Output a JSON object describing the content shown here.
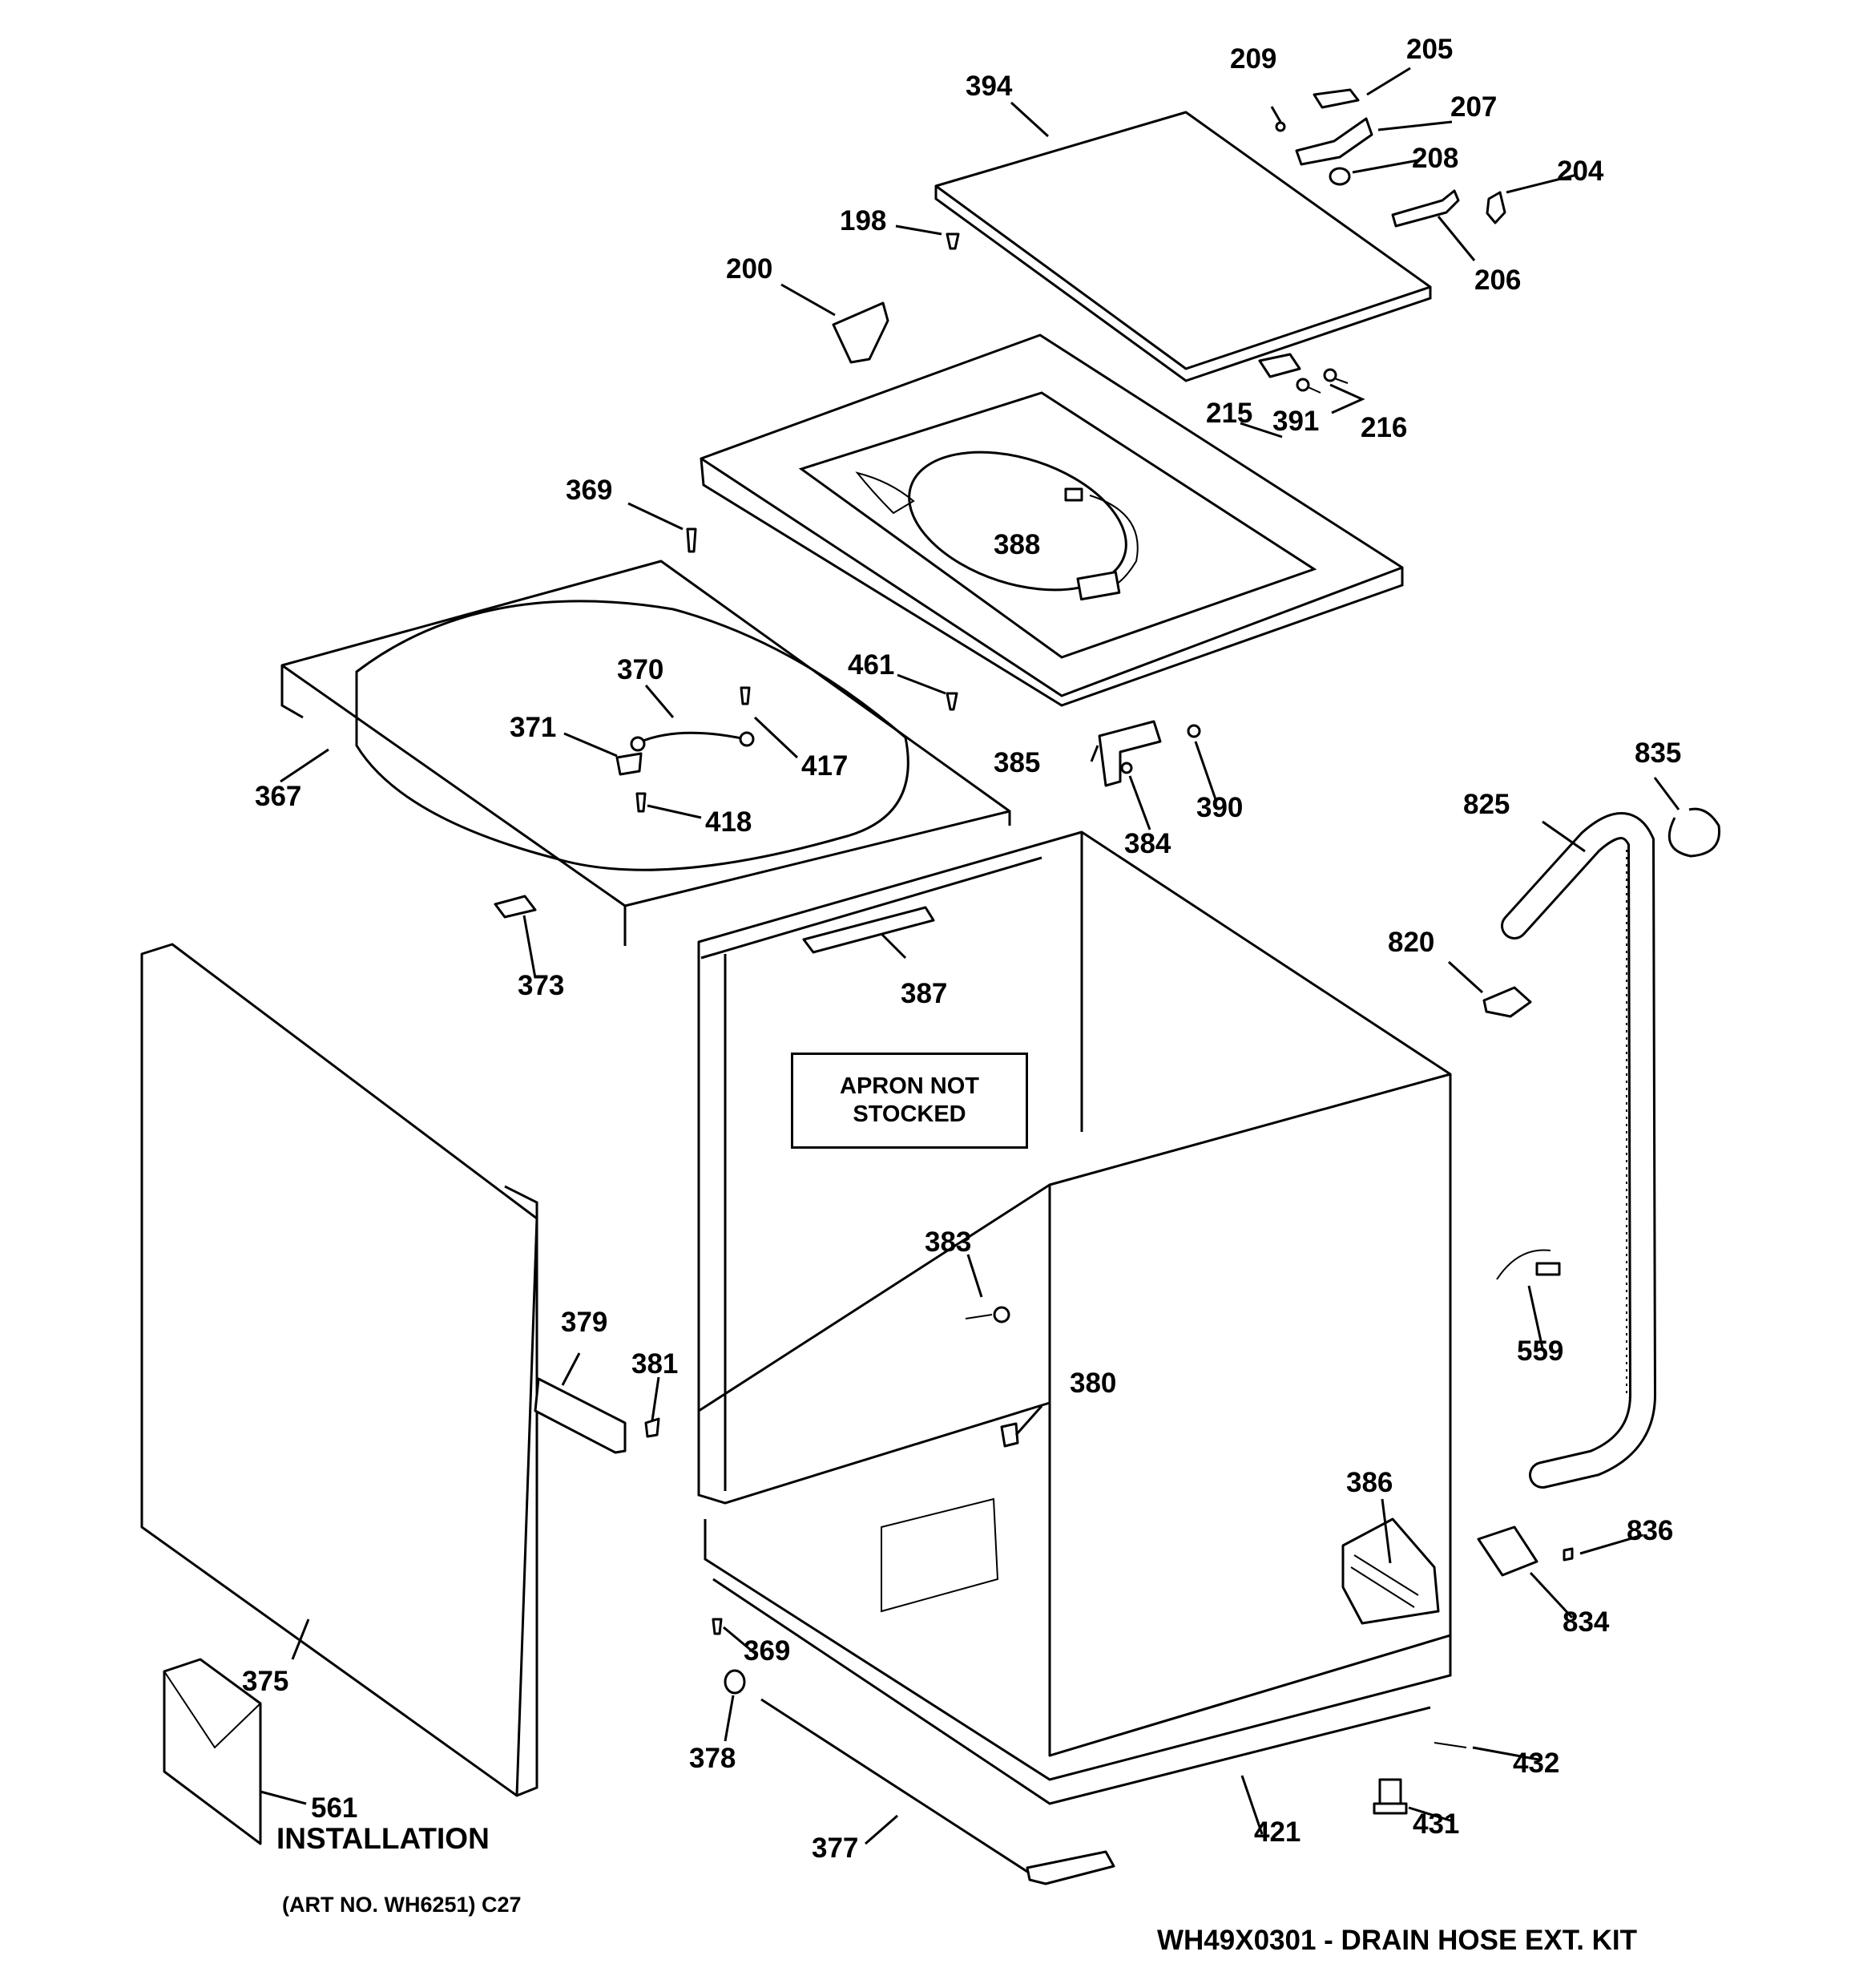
{
  "callouts": [
    {
      "id": "c394",
      "text": "394"
    },
    {
      "id": "c209",
      "text": "209"
    },
    {
      "id": "c205",
      "text": "205"
    },
    {
      "id": "c207",
      "text": "207"
    },
    {
      "id": "c208",
      "text": "208"
    },
    {
      "id": "c204",
      "text": "204"
    },
    {
      "id": "c206",
      "text": "206"
    },
    {
      "id": "c198",
      "text": "198"
    },
    {
      "id": "c200",
      "text": "200"
    },
    {
      "id": "c215",
      "text": "215"
    },
    {
      "id": "c391",
      "text": "391"
    },
    {
      "id": "c216",
      "text": "216"
    },
    {
      "id": "c369a",
      "text": "369"
    },
    {
      "id": "c388",
      "text": "388"
    },
    {
      "id": "c370",
      "text": "370"
    },
    {
      "id": "c461",
      "text": "461"
    },
    {
      "id": "c371",
      "text": "371"
    },
    {
      "id": "c417",
      "text": "417"
    },
    {
      "id": "c385",
      "text": "385"
    },
    {
      "id": "c390",
      "text": "390"
    },
    {
      "id": "c367",
      "text": "367"
    },
    {
      "id": "c418",
      "text": "418"
    },
    {
      "id": "c384",
      "text": "384"
    },
    {
      "id": "c835",
      "text": "835"
    },
    {
      "id": "c825",
      "text": "825"
    },
    {
      "id": "c820",
      "text": "820"
    },
    {
      "id": "c373",
      "text": "373"
    },
    {
      "id": "c387",
      "text": "387"
    },
    {
      "id": "c383",
      "text": "383"
    },
    {
      "id": "c379",
      "text": "379"
    },
    {
      "id": "c381",
      "text": "381"
    },
    {
      "id": "c380",
      "text": "380"
    },
    {
      "id": "c559",
      "text": "559"
    },
    {
      "id": "c386",
      "text": "386"
    },
    {
      "id": "c836",
      "text": "836"
    },
    {
      "id": "c834",
      "text": "834"
    },
    {
      "id": "c369b",
      "text": "369"
    },
    {
      "id": "c375",
      "text": "375"
    },
    {
      "id": "c378",
      "text": "378"
    },
    {
      "id": "c432",
      "text": "432"
    },
    {
      "id": "c561",
      "text": "561"
    },
    {
      "id": "c431",
      "text": "431"
    },
    {
      "id": "c421",
      "text": "421"
    },
    {
      "id": "c377",
      "text": "377"
    }
  ],
  "apron_note": {
    "line1": "APRON NOT",
    "line2": "STOCKED"
  },
  "installation_label": "INSTALLATION",
  "art_number": "(ART NO. WH6251) C27",
  "kit_note": "WH49X0301 - DRAIN HOSE EXT. KIT"
}
